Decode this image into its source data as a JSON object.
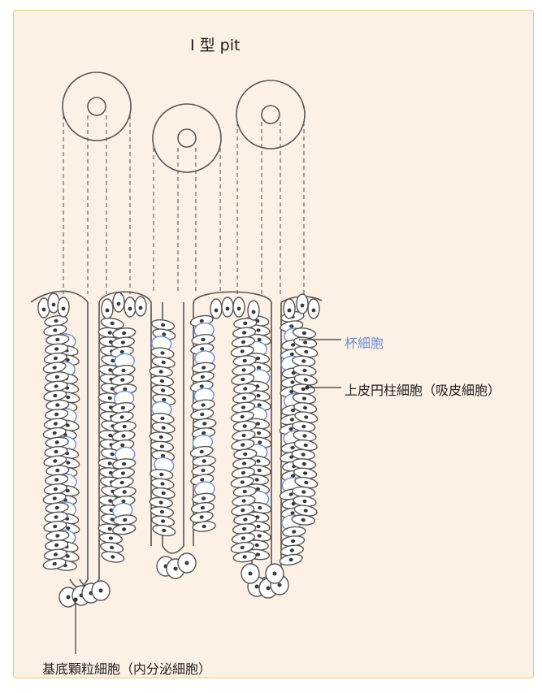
{
  "title": "I 型 pit",
  "labels": {
    "goblet_cell": "杯細胞",
    "columnar_cell": "上皮円柱細胞（吸皮細胞）",
    "basal_granular_cell": "基底顆粒細胞（内分泌細胞）"
  },
  "colors": {
    "background": "#fdf1e5",
    "border": "#efc477",
    "outline": "#555555",
    "goblet": "#6c8ed4",
    "nucleus": "#3a3a3a"
  }
}
